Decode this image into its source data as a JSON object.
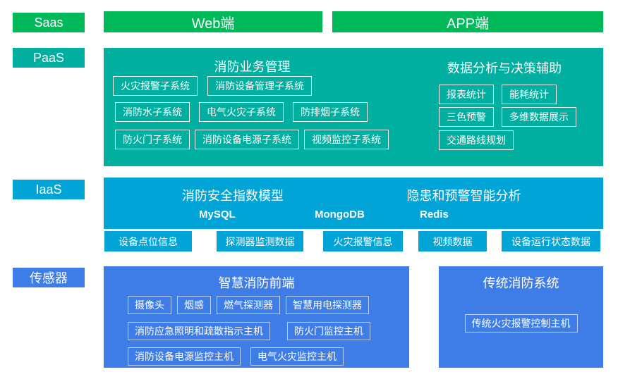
{
  "colors": {
    "saas_green": "#00ba5a",
    "paas_teal": "#00af9f",
    "iaas_cyan": "#00a4d6",
    "sensor_blue": "#3e7de7",
    "text": "#ffffff"
  },
  "rail": {
    "saas": "Saas",
    "paas": "PaaS",
    "iaas": "IaaS",
    "sensor": "传感器"
  },
  "top": {
    "web": "Web端",
    "app": "APP端"
  },
  "paas": {
    "business": {
      "title": "消防业务管理",
      "rows": [
        [
          "火灾报警子系统",
          "消防设备管理子系统"
        ],
        [
          "消防水子系统",
          "电气火灾子系统",
          "防排烟子系统"
        ],
        [
          "防火门子系统",
          "消防设备电源子系统",
          "视频监控子系统"
        ]
      ]
    },
    "analysis": {
      "title": "数据分析与决策辅助",
      "rows": [
        [
          "报表统计",
          "能耗统计"
        ],
        [
          "三色预警",
          "多维数据展示"
        ],
        [
          "交通路线规划"
        ]
      ]
    }
  },
  "iaas": {
    "left_title": "消防安全指数模型",
    "right_title": "隐患和预警智能分析",
    "databases": [
      "MySQL",
      "MongoDB",
      "Redis"
    ],
    "data_boxes": [
      "设备点位信息",
      "探测器监测数据",
      "火灾报警信息",
      "视频数据",
      "设备运行状态数据"
    ]
  },
  "sensor": {
    "smart": {
      "title": "智慧消防前端",
      "rows": [
        [
          "摄像头",
          "烟感",
          "燃气探测器",
          "智慧用电探测器"
        ],
        [
          "消防应急照明和疏散指示主机",
          "防火门监控主机"
        ],
        [
          "消防设备电源监控主机",
          "电气火灾监控主机"
        ]
      ]
    },
    "traditional": {
      "title": "传统消防系统",
      "items": [
        "传统火灾报警控制主机"
      ]
    }
  }
}
